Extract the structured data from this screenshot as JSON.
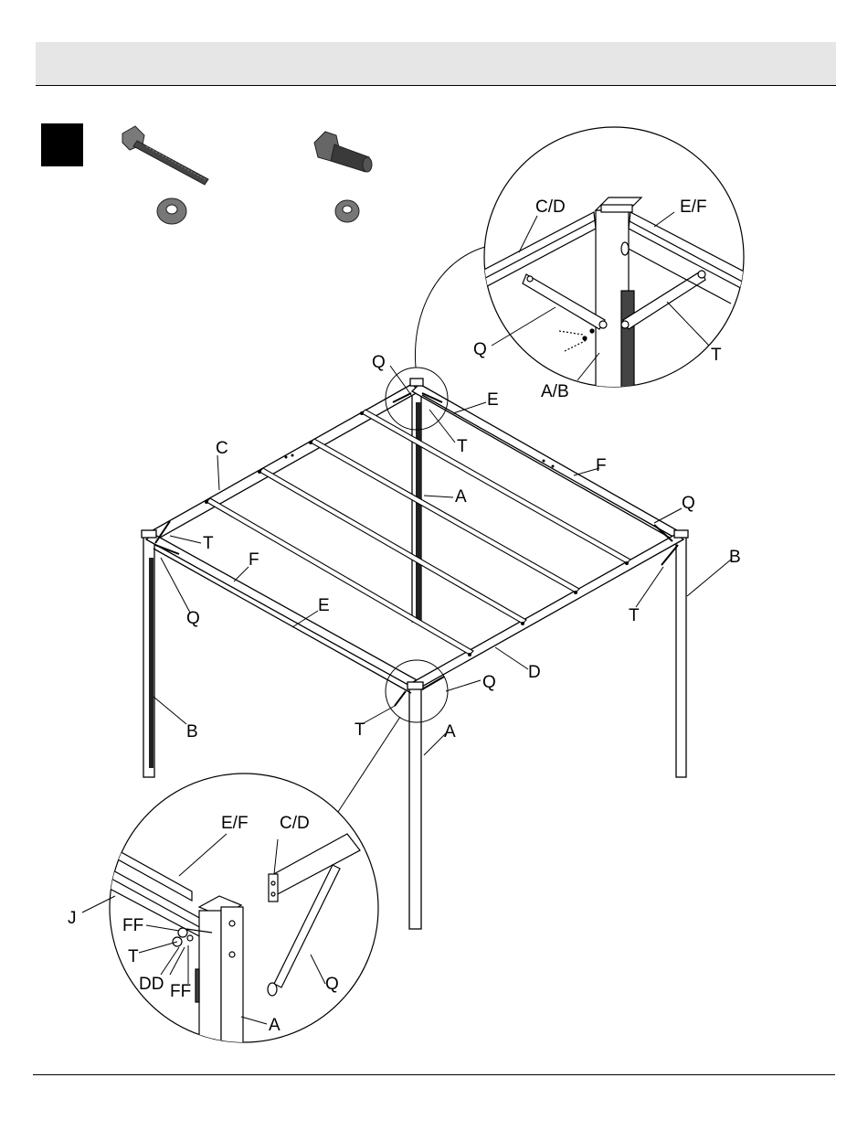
{
  "header": {
    "title": ""
  },
  "hardware": [
    {
      "name": "long-bolt"
    },
    {
      "name": "short-bolt"
    }
  ],
  "labels": {
    "top_Q": "Q",
    "top_E": "E",
    "top_T": "T",
    "top_C": "C",
    "top_F": "F",
    "top_A": "A",
    "right_Q": "Q",
    "right_B": "B",
    "right_T": "T",
    "left_T": "T",
    "left_F": "F",
    "left_Q": "Q",
    "left_E": "E",
    "left_B": "B",
    "front_D": "D",
    "front_Q": "Q",
    "front_T": "T",
    "front_A": "A",
    "d1_CD": "C/D",
    "d1_EF": "E/F",
    "d1_Q": "Q",
    "d1_T": "T",
    "d1_AB": "A/B",
    "d2_EF": "E/F",
    "d2_CD": "C/D",
    "d2_J": "J",
    "d2_FF1": "FF",
    "d2_T": "T",
    "d2_DD": "DD",
    "d2_FF2": "FF",
    "d2_Q": "Q",
    "d2_A": "A"
  }
}
